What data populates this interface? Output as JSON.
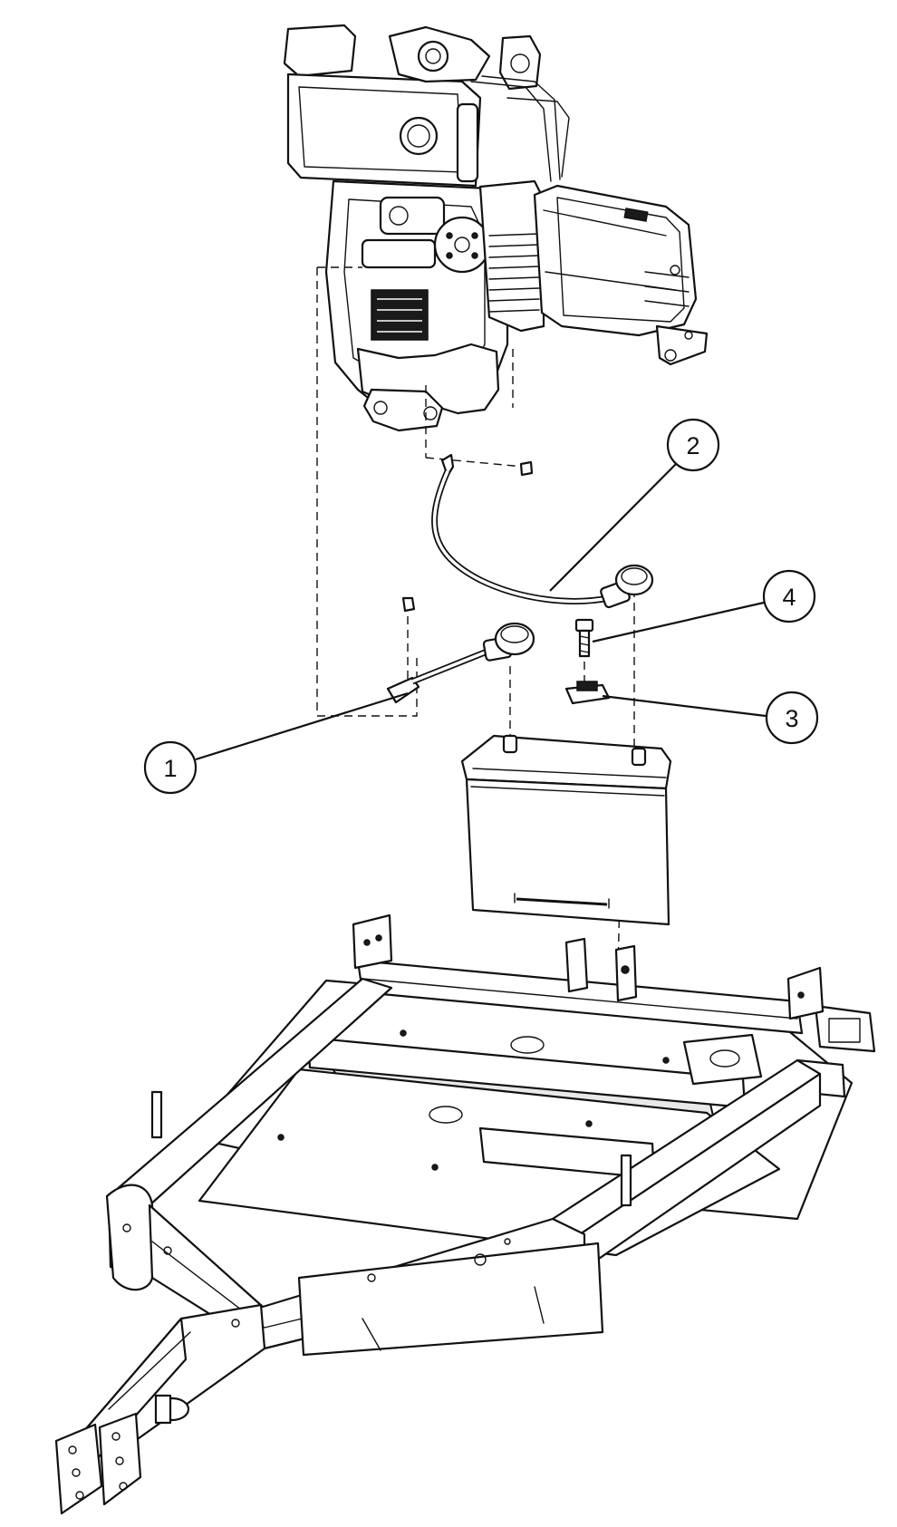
{
  "diagram": {
    "callouts": [
      {
        "id": "1",
        "label": "1"
      },
      {
        "id": "2",
        "label": "2"
      },
      {
        "id": "3",
        "label": "3"
      },
      {
        "id": "4",
        "label": "4"
      }
    ],
    "parts": [
      {
        "name": "engine-generator-assembly"
      },
      {
        "name": "negative-battery-cable"
      },
      {
        "name": "positive-battery-cable"
      },
      {
        "name": "battery"
      },
      {
        "name": "battery-hold-down-bracket"
      },
      {
        "name": "hold-down-bolt"
      },
      {
        "name": "trailer-frame"
      }
    ]
  }
}
